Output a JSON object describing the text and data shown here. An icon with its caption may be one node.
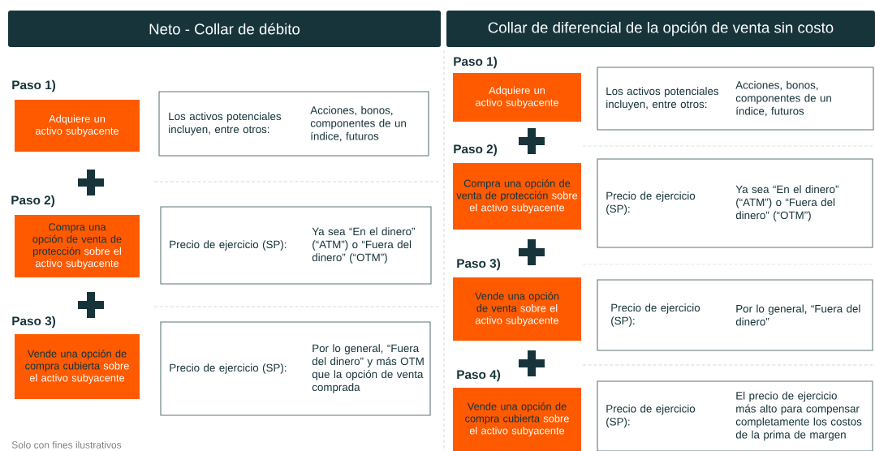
{
  "diagram": {
    "nodes": [
      {
        "text": [
          "Neto - Collar de débito"
        ]
      },
      {
        "text": [
          "Collar de diferencial de la opción de venta sin costo"
        ]
      },
      {
        "text": [
          "Paso 1)",
          "Adquiere un activo subyacente"
        ]
      },
      {
        "text": [
          "Los activos potenciales incluyen, entre otros:",
          "Acciones, bonos, componentes de un índice, futuros"
        ]
      },
      {
        "text": [
          "Paso 2)",
          "Compra una opción de venta de protección",
          "sobre el activo subyacente"
        ]
      },
      {
        "text": [
          "Precio de ejercicio (SP):",
          "Ya sea “En el dinero” (“ATM”) o “Fuera del dinero” (“OTM”)"
        ]
      },
      {
        "text": [
          "Paso 3)",
          "Vende una opción de compra cubierta",
          "sobre el activo subyacente"
        ]
      },
      {
        "text": [
          "Precio de ejercicio (SP):",
          "Por lo general, “Fuera del dinero” y más OTM que la opción de venta comprada"
        ]
      },
      {
        "text": [
          "Paso 1)",
          "Adquiere un activo subyacente"
        ]
      },
      {
        "text": [
          "Los activos potenciales incluyen, entre otros:",
          "Acciones, bonos, componentes de un índice, futuros"
        ]
      },
      {
        "text": [
          "Paso 2)",
          "Compra una opción de venta de protección",
          "sobre el activo subyacente"
        ]
      },
      {
        "text": [
          "Precio de ejercicio (SP):",
          "Ya sea “En el dinero” (“ATM”) o “Fuera del dinero” (“OTM”)"
        ]
      },
      {
        "text": [
          "Paso 3)",
          "Vende una opción de venta",
          "sobre el activo subyacente"
        ]
      },
      {
        "text": [
          "Precio de ejercicio (SP):",
          "Por lo general, “Fuera del dinero”"
        ]
      },
      {
        "text": [
          "Paso 4)",
          "Vende una opción de compra cubierta",
          "sobre el activo subyacente"
        ]
      },
      {
        "text": [
          "Precio de ejercicio (SP):",
          "El precio de ejercicio más alto para compensar completamente los costos de la prima de margen"
        ]
      }
    ],
    "labels": [
      "Solo con fines ilustrativos"
    ]
  }
}
